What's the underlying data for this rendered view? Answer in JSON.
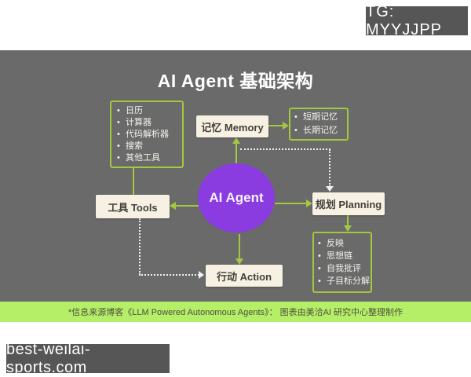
{
  "badges": {
    "tg": "TG: MYYJJPP",
    "site": "best-weilai-sports.com"
  },
  "diagram": {
    "title": "AI Agent 基础架构",
    "center_node": "AI Agent",
    "nodes": {
      "memory": "记忆 Memory",
      "tools": "工具 Tools",
      "planning": "规划 Planning",
      "action": "行动 Action"
    },
    "lists": {
      "tools_items": [
        "日历",
        "计算器",
        "代码解析器",
        "搜索",
        "其他工具"
      ],
      "memory_items": [
        "短期记忆",
        "长期记忆"
      ],
      "planning_items": [
        "反映",
        "思想链",
        "自我批评",
        "子目标分解"
      ]
    },
    "footnote": "*信息来源博客《LLM Powered Autonomous Agents》： 图表由美洽AI 研究中心整理制作"
  },
  "colors": {
    "canvas_gray": "#6a6a6a",
    "accent_green": "#a4c83f",
    "footer_green": "#b5ef68",
    "agent_purple": "#8a3ce0",
    "node_cream": "#f6f1e2",
    "badge_gray": "#565656"
  }
}
